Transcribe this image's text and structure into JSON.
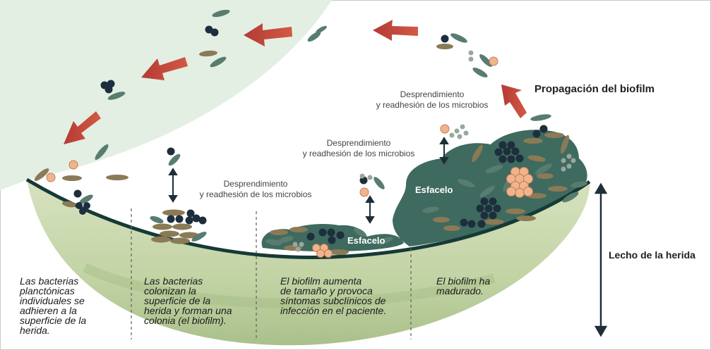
{
  "title": "Propagación del biofilm",
  "wound_bed_label": "Lecho de la herida",
  "detachment_labels": [
    {
      "line1": "Desprendimiento",
      "line2": "y readhesión de los microbios"
    },
    {
      "line1": "Desprendimiento",
      "line2": "y readhesión de los microbios"
    },
    {
      "line1": "Desprendimiento",
      "line2": "y readhesión de los microbios"
    }
  ],
  "slough_labels": [
    "Esfacelo",
    "Esfacelo"
  ],
  "stages": [
    {
      "text": [
        "Las bacterias",
        "planctónicas",
        "individuales se",
        "adhieren a la",
        "superficie de la",
        "herida."
      ]
    },
    {
      "text": [
        "Las bacterias",
        "colonizan la",
        "superficie de la",
        "herida y forman una",
        "colonia (el biofilm)."
      ]
    },
    {
      "text": [
        "El biofilm aumenta",
        "de tamaño y provoca",
        "síntomas subclínicos de",
        "infección en el paciente."
      ]
    },
    {
      "text": [
        "El biofilm ha",
        "madurado."
      ]
    }
  ],
  "colors": {
    "biofilm": "#3f6a5f",
    "wound_bed": "#c4d4a6",
    "wound_line": "#163a36",
    "arrow": "#c6463a",
    "sky": "#e4efe3",
    "dark_cocci": "#1d2e3d",
    "rod_green": "#587d70",
    "rod_tan": "#8a7a56",
    "orange_cell": "#f0b48c"
  }
}
